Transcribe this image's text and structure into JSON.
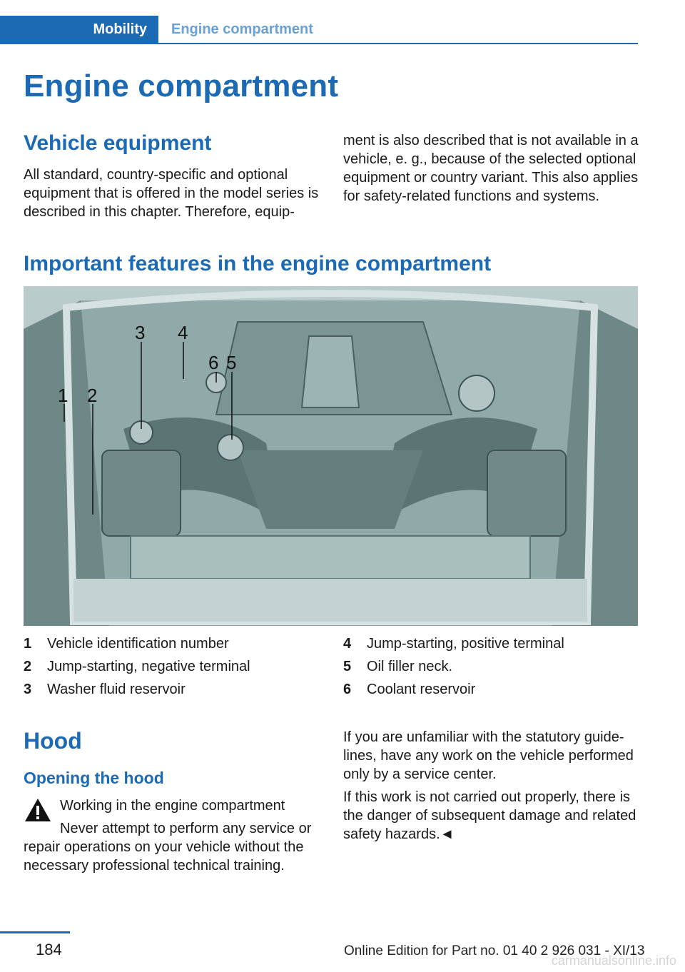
{
  "header": {
    "section_tab": "Mobility",
    "chapter_tab": "Engine compartment"
  },
  "page_title": "Engine compartment",
  "vehicle_equipment": {
    "heading": "Vehicle equipment",
    "col1_text": "All standard, country-specific and optional equipment that is offered in the model series is described in this chapter. Therefore, equip-",
    "col2_text": "ment is also described that is not available in a vehicle, e. g., because of the selected optional equipment or country variant. This also applies for safety-related functions and systems."
  },
  "important_features": {
    "heading": "Important features in the engine compartment",
    "callouts": [
      "1",
      "2",
      "3",
      "4",
      "5",
      "6"
    ],
    "legend": [
      {
        "num": "1",
        "label": "Vehicle identification number"
      },
      {
        "num": "2",
        "label": "Jump-starting, negative terminal"
      },
      {
        "num": "3",
        "label": "Washer fluid reservoir"
      },
      {
        "num": "4",
        "label": "Jump-starting, positive terminal"
      },
      {
        "num": "5",
        "label": "Oil filler neck."
      },
      {
        "num": "6",
        "label": "Coolant reservoir"
      }
    ]
  },
  "hood": {
    "heading": "Hood",
    "subheading": "Opening the hood",
    "warning_title": "Working in the engine compartment",
    "warning_text": "Never attempt to perform any service or repair operations on your vehicle without the necessary professional technical training.",
    "col2_para1": "If you are unfamiliar with the statutory guide-lines, have any work on the vehicle performed only by a service center.",
    "col2_para2": "If this work is not carried out properly, there is the danger of subsequent damage and related safety hazards.◄"
  },
  "footer": {
    "page_number": "184",
    "edition": "Online Edition for Part no. 01 40 2 926 031 - XI/13",
    "watermark": "carmanualsonline.info"
  },
  "colors": {
    "accent": "#1c69b4",
    "photo_tint": "#8faaa8"
  }
}
